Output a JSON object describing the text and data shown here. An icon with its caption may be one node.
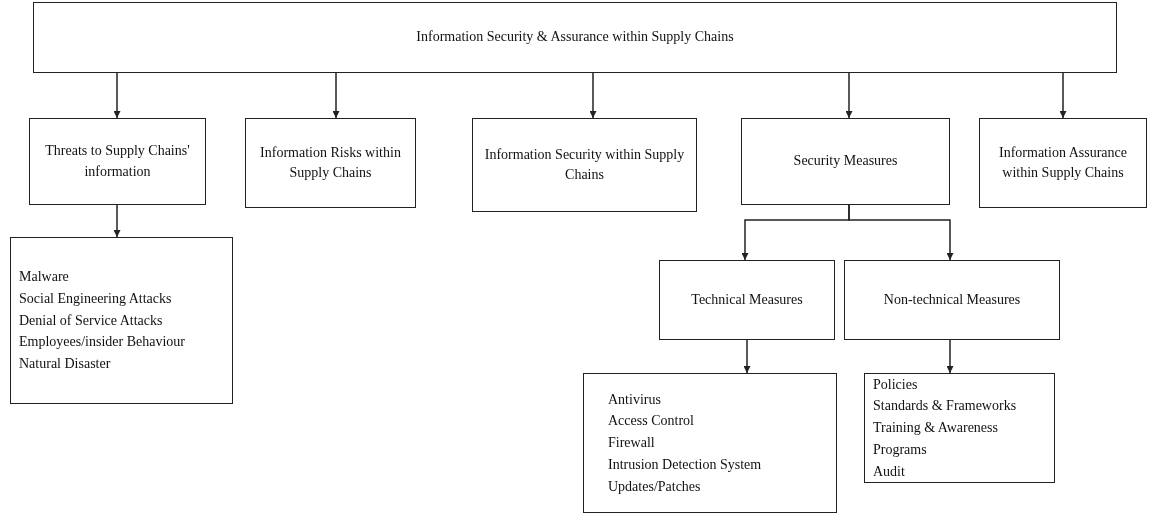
{
  "diagram": {
    "nodes": [
      {
        "text": [
          "Information Security & Assurance within Supply Chains"
        ]
      },
      {
        "text": [
          "Threats to Supply Chains' information"
        ]
      },
      {
        "text": [
          "Information Risks within Supply Chains"
        ]
      },
      {
        "text": [
          "Information Security within Supply Chains"
        ]
      },
      {
        "text": [
          "Security Measures"
        ]
      },
      {
        "text": [
          "Information Assurance within Supply Chains"
        ]
      },
      {
        "text": [
          "Malware",
          "Social Engineering Attacks",
          "Denial of Service Attacks",
          "Employees/insider Behaviour",
          "Natural Disaster"
        ]
      },
      {
        "text": [
          "Technical Measures"
        ]
      },
      {
        "text": [
          "Non-technical Measures"
        ]
      },
      {
        "text": [
          "Antivirus",
          "Access Control",
          "Firewall",
          "Intrusion Detection System",
          "Updates/Patches"
        ]
      },
      {
        "text": [
          "Policies",
          "Standards & Frameworks",
          "Training & Awareness Programs",
          "Audit"
        ]
      }
    ],
    "edges": [
      {
        "from": 0,
        "to": 1,
        "arrow": "to"
      },
      {
        "from": 0,
        "to": 2,
        "arrow": "to"
      },
      {
        "from": 0,
        "to": 3,
        "arrow": "to"
      },
      {
        "from": 0,
        "to": 4,
        "arrow": "to"
      },
      {
        "from": 0,
        "to": 5,
        "arrow": "to"
      },
      {
        "from": 1,
        "to": 6,
        "arrow": "to"
      },
      {
        "from": 4,
        "to": 7,
        "arrow": "to"
      },
      {
        "from": 4,
        "to": 8,
        "arrow": "to"
      },
      {
        "from": 7,
        "to": 9,
        "arrow": "to"
      },
      {
        "from": 8,
        "to": 10,
        "arrow": "to"
      }
    ]
  }
}
